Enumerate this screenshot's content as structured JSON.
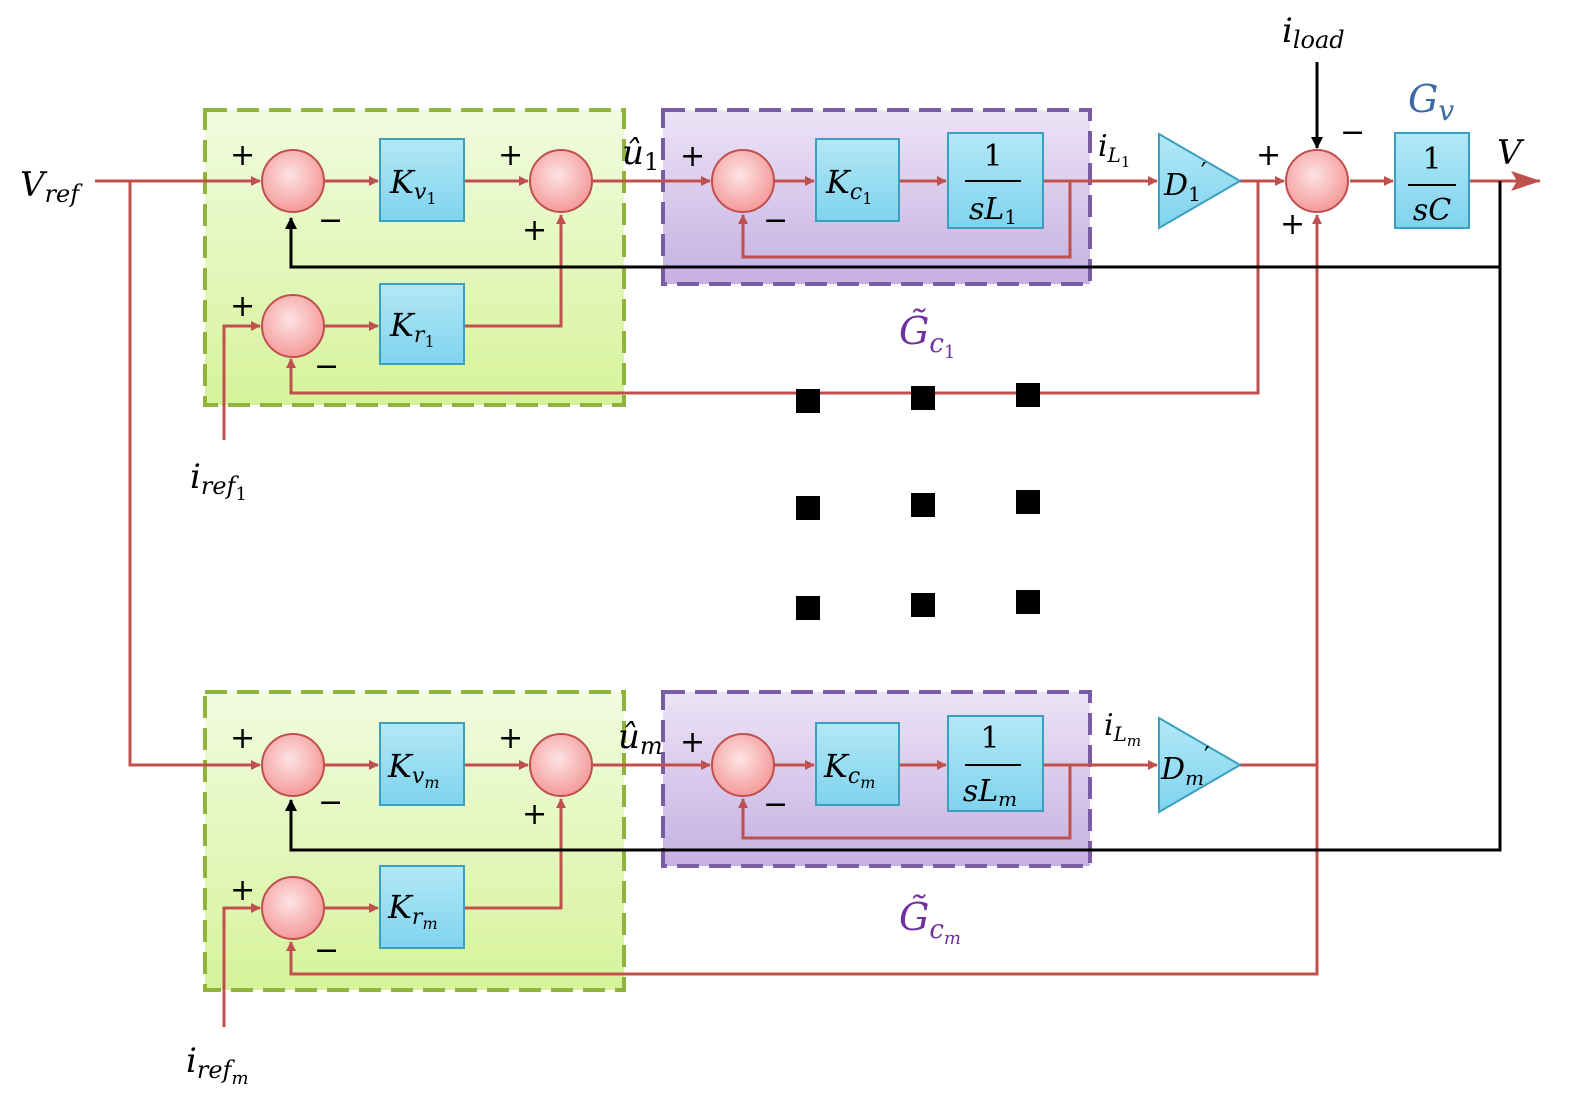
{
  "colors": {
    "signal_wire": "#c0504d",
    "voltage_feedback_wire": "#000000",
    "summer_fill": "#f7a8a8",
    "block_fill": "#8fd8f0",
    "voltage_controller_region": "#dcf5a8",
    "voltage_controller_border": "#8fb33d",
    "current_loop_region": "#cdb8e6",
    "current_loop_border": "#7a5ba6",
    "gv_label": "#3a6aa5",
    "gc_label": "#7030a0"
  },
  "inputs": {
    "vref": {
      "main": "V",
      "sub": "ref"
    },
    "iload": {
      "main": "i",
      "sub": "load"
    },
    "iref1": {
      "main": "i",
      "sub": "ref",
      "subsub": "1"
    },
    "irefm": {
      "main": "i",
      "sub": "ref",
      "subsub": "m"
    }
  },
  "output": {
    "label": "V"
  },
  "plant": {
    "title": {
      "main": "G",
      "sub": "v"
    },
    "block": {
      "num": "1",
      "den": "sC"
    }
  },
  "sign": {
    "plus": "+",
    "minus": "−"
  },
  "units": [
    {
      "idx": "1",
      "kv": {
        "main": "K",
        "sub": "v",
        "subsub": "1"
      },
      "kr": {
        "main": "K",
        "sub": "r",
        "subsub": "1"
      },
      "kc": {
        "main": "K",
        "sub": "c",
        "subsub": "1"
      },
      "inductor": {
        "num": "1",
        "den": "sL",
        "den_sub": "1"
      },
      "u": {
        "main": "û",
        "sub": "1"
      },
      "il": {
        "main": "i",
        "sub": "L",
        "subsub": "1"
      },
      "gain": {
        "main": "D",
        "sub": "1",
        "prime": "′"
      },
      "gc": {
        "main": "G̃",
        "sub": "c",
        "subsub": "1"
      }
    },
    {
      "idx": "m",
      "kv": {
        "main": "K",
        "sub": "v",
        "subsub": "m"
      },
      "kr": {
        "main": "K",
        "sub": "r",
        "subsub": "m"
      },
      "kc": {
        "main": "K",
        "sub": "c",
        "subsub": "m"
      },
      "inductor": {
        "num": "1",
        "den": "sL",
        "den_sub": "m"
      },
      "u": {
        "main": "û",
        "sub": "m"
      },
      "il": {
        "main": "i",
        "sub": "L",
        "subsub": "m"
      },
      "gain": {
        "main": "D",
        "sub": "m",
        "prime": "′"
      },
      "gc": {
        "main": "G̃",
        "sub": "c",
        "subsub": "m"
      }
    }
  ]
}
